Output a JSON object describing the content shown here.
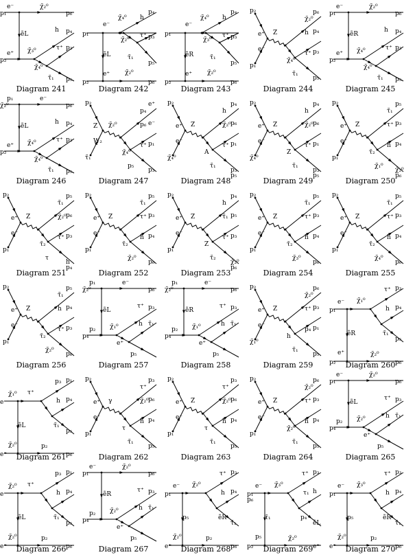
{
  "page": {
    "background": "#ffffff",
    "ink": "#000000"
  },
  "diagrams": [
    {
      "caption": "Diagram 241",
      "labels": [
        "e⁻",
        "χ̃₂⁰",
        "p₁",
        "p₆",
        "ẽL",
        "h",
        "p₄",
        "χ̃₃⁰",
        "τ⁺",
        "p₂",
        "e⁺",
        "χ̃₄⁰",
        "p₃",
        "τ̃₁",
        "p₅"
      ]
    },
    {
      "caption": "Diagram 242",
      "labels": [
        "p₁",
        "e⁻",
        "χ̃₄⁰",
        "h",
        "p₄",
        "χ̃₂⁰",
        "τ⁺",
        "p₃",
        "ẽL",
        "τ̃₁",
        "p₅",
        "χ̃₂⁰",
        "e⁺",
        "p₂",
        "p₆"
      ]
    },
    {
      "caption": "Diagram 243",
      "labels": [
        "p₁",
        "e⁻",
        "χ̃₄⁰",
        "h",
        "p₄",
        "χ̃₃⁰",
        "τ⁺",
        "p₃",
        "ẽR",
        "τ̃₁",
        "p₅",
        "χ̃₂⁰",
        "e⁺",
        "p₂",
        "p₆"
      ]
    },
    {
      "caption": "Diagram 244",
      "labels": [
        "p₂",
        "χ̃₂⁰",
        "p₆",
        "e⁺",
        "Z",
        "h",
        "p₄",
        "e⁻",
        "χ̃₄⁰",
        "τ⁺",
        "p₃",
        "p₁",
        "τ̃₁",
        "p₅"
      ]
    },
    {
      "caption": "Diagram 245",
      "labels": [
        "e⁻",
        "χ̃₂⁰",
        "p₁",
        "p₆",
        "ẽR",
        "h",
        "p₄",
        "χ̃₄⁰",
        "τ⁺",
        "p₂",
        "e⁺",
        "χ̃₄⁰",
        "p₃",
        "τ̃₁",
        "p₅"
      ]
    },
    {
      "caption": "Diagram 246",
      "labels": [
        "p₁",
        "e⁻",
        "χ̃₂⁰",
        "p₆",
        "ẽL",
        "h",
        "p₄",
        "χ̃₄⁰",
        "τ⁺",
        "p₂",
        "e⁺",
        "χ̃₄⁰",
        "p₃",
        "τ̃₁",
        "p₅"
      ]
    },
    {
      "caption": "Diagram 247",
      "labels": [
        "p₂",
        "p₄",
        "e⁺",
        "Z",
        "χ̃₂⁰",
        "p₆",
        "e⁻",
        "W₂",
        "χ̃₄⁰",
        "τ⁺",
        "p₁",
        "τ̃₁",
        "p₅",
        "p₃"
      ]
    },
    {
      "caption": "Diagram 248",
      "labels": [
        "p₂",
        "h",
        "p₄",
        "e⁺",
        "Z",
        "χ̃₂⁰",
        "p₆",
        "e⁻",
        "A",
        "τ⁺",
        "p₁",
        "χ̃₄⁰",
        "τ̃₁",
        "p₃",
        "p₅"
      ]
    },
    {
      "caption": "Diagram 249",
      "labels": [
        "p₂",
        "h",
        "p₄",
        "e⁺",
        "Z",
        "χ̃₂⁰",
        "p₆",
        "e⁻",
        "Z",
        "τ⁺",
        "p₁",
        "χ̃₄⁰",
        "τ̃₁",
        "p₃",
        "p₅"
      ]
    },
    {
      "caption": "Diagram 250",
      "labels": [
        "p₂",
        "τ̃₁",
        "p₅",
        "e⁺",
        "Z",
        "τ⁺",
        "p₃",
        "e⁻",
        "τ̃₂",
        "h",
        "p₄",
        "p₁",
        "χ̃₁⁰",
        "χ̃₂⁰",
        "p₆"
      ]
    },
    {
      "caption": "Diagram 251",
      "labels": [
        "p₂",
        "τ̃₁",
        "p₅",
        "e⁺",
        "Z",
        "χ̃₂⁰",
        "p₆",
        "e⁻",
        "τ̃₂",
        "τ⁺",
        "p₃",
        "p₁",
        "τ",
        "h",
        "p₄"
      ]
    },
    {
      "caption": "Diagram 252",
      "labels": [
        "p₂",
        "τ̃₁",
        "p₅",
        "e⁺",
        "Z",
        "τ⁺",
        "p₃",
        "e⁻",
        "τ̃₂",
        "h",
        "p₄",
        "p₁",
        "χ̃₂⁰",
        "p₆"
      ]
    },
    {
      "caption": "Diagram 253",
      "labels": [
        "p₂",
        "h",
        "p₄",
        "e⁺",
        "Z",
        "τ̃₁",
        "p₅",
        "e⁻",
        "Z",
        "τ⁺",
        "p₃",
        "p₁",
        "τ̃₂",
        "χ̃₂⁰",
        "p₆"
      ]
    },
    {
      "caption": "Diagram 254",
      "labels": [
        "p₂",
        "τ̃₁",
        "p₅",
        "e⁺",
        "Z",
        "τ⁺",
        "p₃",
        "e⁻",
        "τ̃₂",
        "h",
        "p₄",
        "p₁",
        "χ̃₃⁰",
        "p₆"
      ]
    },
    {
      "caption": "Diagram 255",
      "labels": [
        "p₂",
        "τ̃₁",
        "p₅",
        "e⁺",
        "Z",
        "τ⁺",
        "p₃",
        "e⁻",
        "τ̃₂",
        "h",
        "p₄",
        "p₁",
        "χ̃₄⁰",
        "p₆"
      ]
    },
    {
      "caption": "Diagram 256",
      "labels": [
        "p₂",
        "τ̃₁",
        "p₅",
        "e⁺",
        "Z",
        "h",
        "p₄",
        "e⁻",
        "τ̃₂",
        "τ⁺",
        "p₃",
        "p₁",
        "χ̃₂⁰",
        "p₆"
      ]
    },
    {
      "caption": "Diagram 257",
      "labels": [
        "p₁",
        "e⁻",
        "χ̃₂⁰",
        "p₆",
        "ẽL",
        "τ⁺",
        "p₃",
        "χ̃₁⁰",
        "h",
        "p₄",
        "p₂",
        "e⁺",
        "τ̃₁",
        "p₅"
      ]
    },
    {
      "caption": "Diagram 258",
      "labels": [
        "p₁",
        "e⁻",
        "χ̃₂⁰",
        "p₆",
        "ẽR",
        "τ⁺",
        "p₃",
        "χ̃₁⁰",
        "h",
        "p₄",
        "p₂",
        "e⁺",
        "τ̃₁",
        "p₅"
      ]
    },
    {
      "caption": "Diagram 259",
      "labels": [
        "p₂",
        "χ̃₂⁰",
        "p₆",
        "e⁺",
        "Z",
        "τ⁺",
        "p₃",
        "e⁻",
        "h",
        "p₄",
        "p₁",
        "χ̃₁⁰",
        "τ̃₁",
        "p₅"
      ]
    },
    {
      "caption": "Diagram 260",
      "labels": [
        "p₁",
        "e⁻",
        "χ̃₁⁰",
        "τ⁺",
        "p₃",
        "h",
        "p₄",
        "τ̃₁",
        "p₅",
        "ẽR",
        "e⁺",
        "χ̃₂⁰",
        "p₂",
        "p₆"
      ]
    },
    {
      "caption": "Diagram 261",
      "labels": [
        "e⁻",
        "χ̃₁⁰",
        "τ⁺",
        "p₃",
        "p₁",
        "h",
        "p₄",
        "τ̃₁",
        "p₅",
        "ẽL",
        "χ̃₂⁰",
        "p₂",
        "e⁺",
        "p₆"
      ]
    },
    {
      "caption": "Diagram 262",
      "labels": [
        "p₂",
        "τ⁺",
        "p₃",
        "e⁺",
        "γ",
        "χ̃₂⁰",
        "p₆",
        "e⁻",
        "τ",
        "h",
        "p₄",
        "p₁",
        "τ̃₁",
        "p₅"
      ]
    },
    {
      "caption": "Diagram 263",
      "labels": [
        "p₂",
        "τ⁺",
        "p₃",
        "e⁺",
        "Z",
        "χ̃₂⁰",
        "p₆",
        "e⁻",
        "τ",
        "h",
        "p₄",
        "p₁",
        "τ̃₁",
        "p₅"
      ]
    },
    {
      "caption": "Diagram 264",
      "labels": [
        "p₂",
        "χ̃₂⁰",
        "p₆",
        "e⁺",
        "Z",
        "τ⁺",
        "p₃",
        "e⁻",
        "χ̃₂⁰",
        "h",
        "p₄",
        "p₁",
        "τ̃₁",
        "p₅"
      ]
    },
    {
      "caption": "Diagram 265",
      "labels": [
        "e⁻",
        "χ̃₂⁰",
        "p₁",
        "p₆",
        "ẽL",
        "τ⁺",
        "p₃",
        "χ̃₂⁰",
        "h",
        "p₄",
        "p₂",
        "e⁺",
        "τ̃₁",
        "p₅"
      ]
    },
    {
      "caption": "Diagram 266",
      "labels": [
        "e⁻",
        "χ̃₂⁰",
        "τ⁺",
        "p₃",
        "p₁",
        "h",
        "p₄",
        "τ̃₁",
        "p₅",
        "ẽL",
        "χ̃₂⁰",
        "p₂",
        "e⁺",
        "p₆"
      ]
    },
    {
      "caption": "Diagram 267",
      "labels": [
        "e⁻",
        "χ̃₂⁰",
        "p₁",
        "p₆",
        "ẽR",
        "τ⁺",
        "p₃",
        "χ̃₂⁰",
        "h",
        "p₄",
        "p₂",
        "e⁺",
        "τ̃₁",
        "p₅"
      ]
    },
    {
      "caption": "Diagram 268",
      "labels": [
        "p₁",
        "e⁻",
        "χ̃₂⁰",
        "τ⁺",
        "p₃",
        "h",
        "p₄",
        "ẽR",
        "τ̃₁",
        "p₅",
        "χ̃₂⁰",
        "p₂",
        "e⁺",
        "p₆"
      ]
    },
    {
      "caption": "Diagram 269",
      "labels": [
        "p₁",
        "e⁻",
        "χ̃₃⁰",
        "τ⁺",
        "p₃",
        "τ₁",
        "h",
        "p₄",
        "ẽL",
        "τ̃₁",
        "p₅",
        "χ̃₂⁰",
        "p₂",
        "e⁺",
        "p₆"
      ]
    },
    {
      "caption": "Diagram 270",
      "labels": [
        "p₁",
        "e⁻",
        "χ̃₃⁰",
        "τ⁺",
        "p₃",
        "h",
        "p₄",
        "ẽR",
        "τ̃₁",
        "p₅",
        "χ̃₂⁰",
        "p₂",
        "e⁺",
        "p₆"
      ]
    }
  ]
}
